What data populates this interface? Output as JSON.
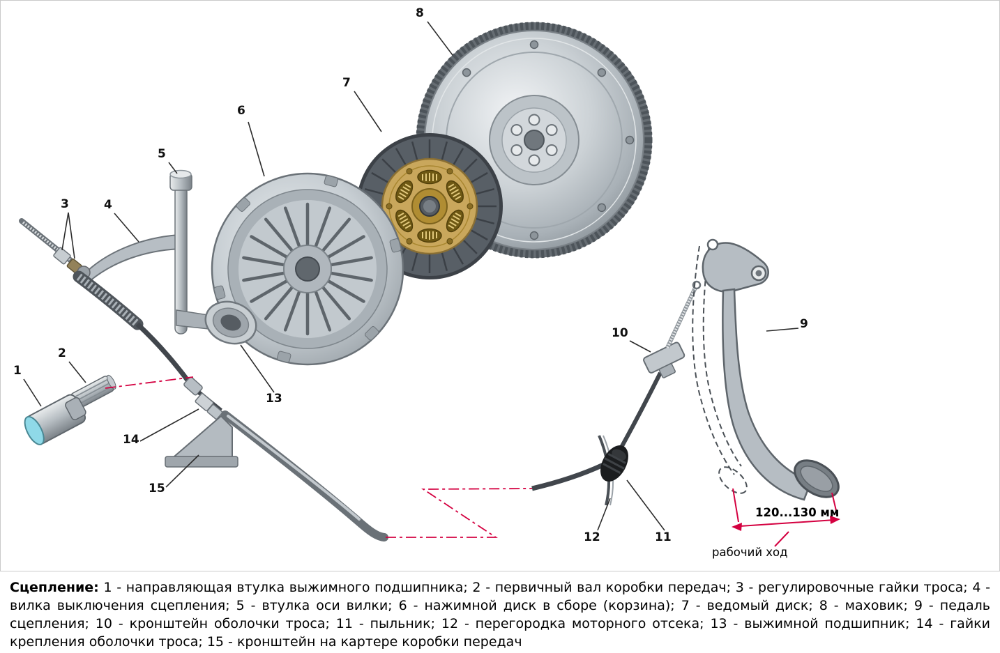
{
  "diagram": {
    "callouts": [
      {
        "n": "1"
      },
      {
        "n": "2"
      },
      {
        "n": "3"
      },
      {
        "n": "4"
      },
      {
        "n": "5"
      },
      {
        "n": "6"
      },
      {
        "n": "7"
      },
      {
        "n": "8"
      },
      {
        "n": "9"
      },
      {
        "n": "10"
      },
      {
        "n": "11"
      },
      {
        "n": "12"
      },
      {
        "n": "13"
      },
      {
        "n": "14"
      },
      {
        "n": "15"
      }
    ],
    "measurement": "120...130 мм",
    "stroke_label": "рабочий ход"
  },
  "caption": {
    "lead": "Сцепление:",
    "body": "1 - направляющая втулка выжимного подшипника; 2 - первичный вал коробки передач; 3 - регулировочные гайки троса; 4 - вилка выключения сцепления; 5 - втулка оси вилки; 6 - нажимной диск в сборе (корзина); 7 - ведомый диск; 8 - маховик; 9 - педаль сцепления; 10 - кронштейн оболочки троса; 11 - пыльник; 12 - перегородка моторного отсека; 13 - выжимной подшипник; 14 - гайки крепления оболочки троса; 15 - кронштейн на картере коробки передач"
  },
  "colors": {
    "accent_red": "#d40040",
    "gold": "#c9a75c",
    "cyan": "#8fd9e8",
    "metal_light": "#c6ccd1",
    "metal_dark": "#5f666c"
  }
}
